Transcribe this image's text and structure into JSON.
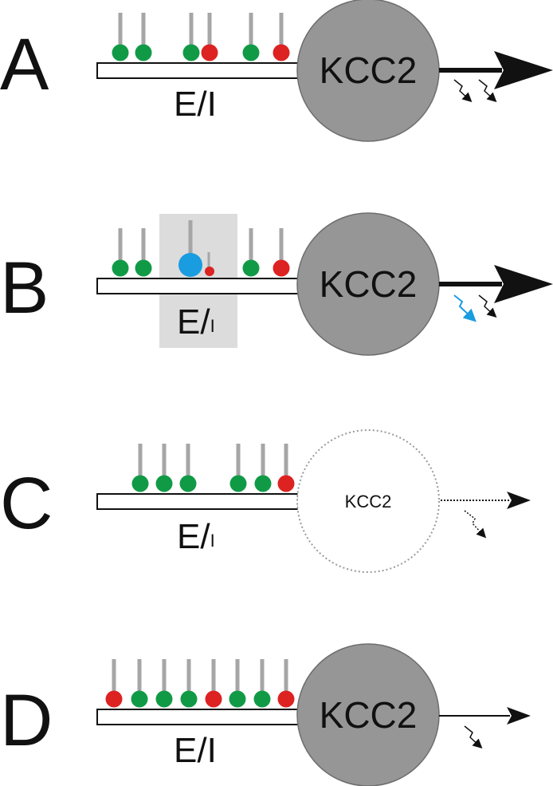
{
  "colors": {
    "excitatory": "#119a46",
    "inhibitory": "#dd2222",
    "modulated": "#1a9ce0",
    "stalk": "#a6a6a6",
    "kcc2_fill": "#969696",
    "highlight_box": "#dcdcdc",
    "arrow": "#111111"
  },
  "panels": [
    {
      "id": "A",
      "letter": "A",
      "ei_label": "E/I",
      "kcc2_label": "KCC2",
      "kcc2_state": "normal",
      "synapses": [
        "excitatory",
        "excitatory",
        "excitatory",
        "inhibitory",
        "excitatory",
        "inhibitory"
      ]
    },
    {
      "id": "B",
      "letter": "B",
      "ei_label_main": "E/",
      "ei_label_sub": "I",
      "kcc2_label": "KCC2",
      "kcc2_state": "normal",
      "synapses": [
        "excitatory",
        "excitatory",
        "modulated",
        "inhibitory-small",
        "excitatory",
        "inhibitory"
      ]
    },
    {
      "id": "C",
      "letter": "C",
      "ei_label_main": "E/",
      "ei_label_sub": "I",
      "kcc2_label": "KCC2",
      "kcc2_state": "reduced",
      "synapses": [
        "excitatory",
        "excitatory",
        "excitatory",
        "excitatory",
        "excitatory",
        "inhibitory"
      ]
    },
    {
      "id": "D",
      "letter": "D",
      "ei_label": "E/I",
      "kcc2_label": "KCC2",
      "kcc2_state": "normal",
      "synapses": [
        "inhibitory",
        "excitatory",
        "excitatory",
        "excitatory",
        "inhibitory",
        "excitatory",
        "excitatory",
        "inhibitory"
      ]
    }
  ]
}
